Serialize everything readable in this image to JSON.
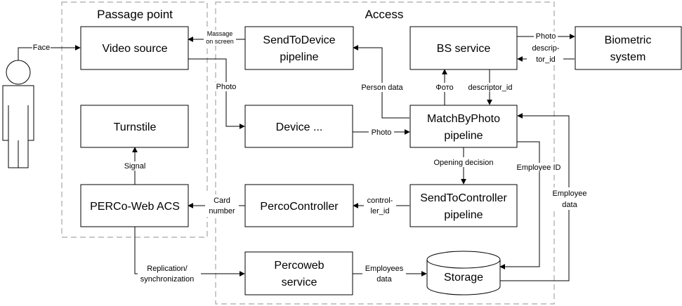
{
  "groups": {
    "passage_point": "Passage point",
    "access": "Access"
  },
  "nodes": {
    "video_source": "Video source",
    "turnstile": "Turnstile",
    "perco_web_acs": "PERCo-Web ACS",
    "send_to_device": [
      "SendToDevice",
      "pipeline"
    ],
    "device": "Device ...",
    "perco_controller": "PercoController",
    "percoweb_service": [
      "Percoweb",
      "service"
    ],
    "bs_service": "BS service",
    "biometric_system": [
      "Biometric",
      "system"
    ],
    "match_by_photo": [
      "MatchByPhoto",
      "pipeline"
    ],
    "send_to_controller": [
      "SendToController",
      "pipeline"
    ],
    "storage": "Storage"
  },
  "edges": {
    "face": "Face",
    "massage_on_screen": [
      "Massage",
      "on screen"
    ],
    "photo_video_to_device": "Photo",
    "photo_device_to_match": "Photo",
    "person_data": "Person data",
    "foto": "Фото",
    "descriptor_id": "descriptor_id",
    "photo_bs_to_bio": "Photo",
    "descriptor_id_bio": [
      "descrip-",
      "tor_id"
    ],
    "opening_decision": "Opening decision",
    "employee_id": "Employee ID",
    "employee_data": [
      "Employee",
      "data"
    ],
    "controller_id": [
      "control-",
      "ler_id"
    ],
    "card_number": [
      "Card",
      "number"
    ],
    "signal": "Signal",
    "replication": [
      "Replication/",
      "synchronization"
    ],
    "employees_data": [
      "Employees",
      "data"
    ]
  }
}
